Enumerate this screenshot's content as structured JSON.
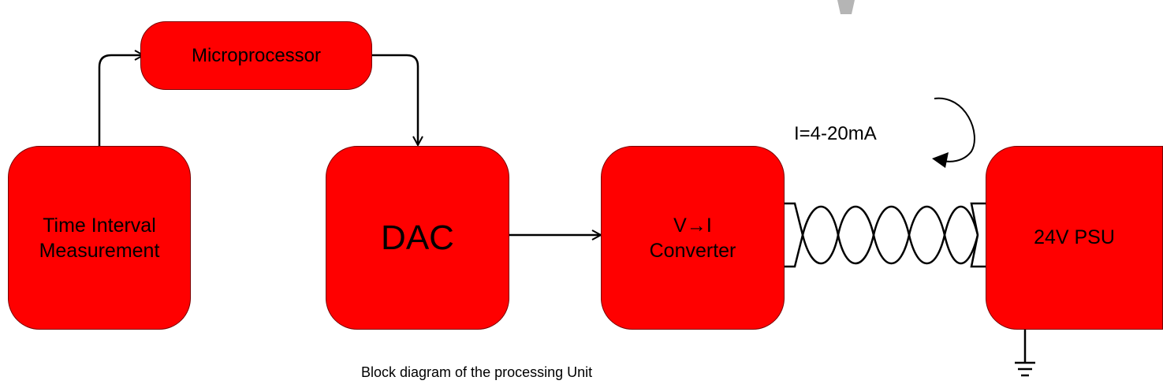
{
  "blocks": {
    "microprocessor": "Microprocessor",
    "time_interval_line1": "Time Interval",
    "time_interval_line2": "Measurement",
    "dac": "DAC",
    "converter_line1": "V→I",
    "converter_line2": "Converter",
    "psu": "24V PSU"
  },
  "current_label": "I=4-20mA",
  "caption": "Block diagram of the processing Unit",
  "colors": {
    "block_fill": "#ff0000",
    "line": "#000000"
  }
}
